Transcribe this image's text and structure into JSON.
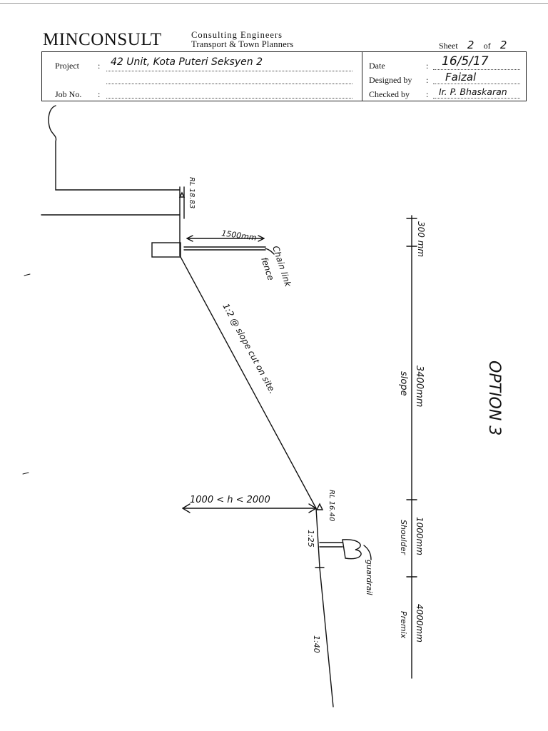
{
  "header": {
    "company": "MINCONSULT",
    "tagline_1": "Consulting Engineers",
    "tagline_2": "Transport & Town Planners",
    "sheet_label": "Sheet",
    "sheet_number": "2",
    "of_label": "of",
    "sheet_total": "2"
  },
  "title_block": {
    "project_label": "Project",
    "project_value": "42 Unit, Kota Puteri Seksyen 2",
    "job_label": "Job No.",
    "job_value": "",
    "date_label": "Date",
    "date_value": "16/5/17",
    "designed_label": "Designed by",
    "designed_value": "Faizal",
    "checked_label": "Checked by",
    "checked_value": "Ir. P. Bhaskaran",
    "colon": ":"
  },
  "sketch": {
    "rl_top": "RL 18.83",
    "fence_width": "1500mm",
    "fence_label_1": "Chain link",
    "fence_label_2": "fence",
    "slope_note": "1:2 @ slope cut on site.",
    "h_range": "1000 < h < 2000",
    "rl_bottom": "RL 16.40",
    "shoulder_grade": "1:25",
    "guardrail_label": "guardrail",
    "premix_grade": "1:40",
    "option_label": "OPTION 3"
  },
  "dimensions": [
    {
      "value": "300 mm",
      "label": ""
    },
    {
      "value": "3400mm",
      "label": "slope"
    },
    {
      "value": "1000mm",
      "label": "Shoulder"
    },
    {
      "value": "4000mm",
      "label": "Premix"
    }
  ]
}
